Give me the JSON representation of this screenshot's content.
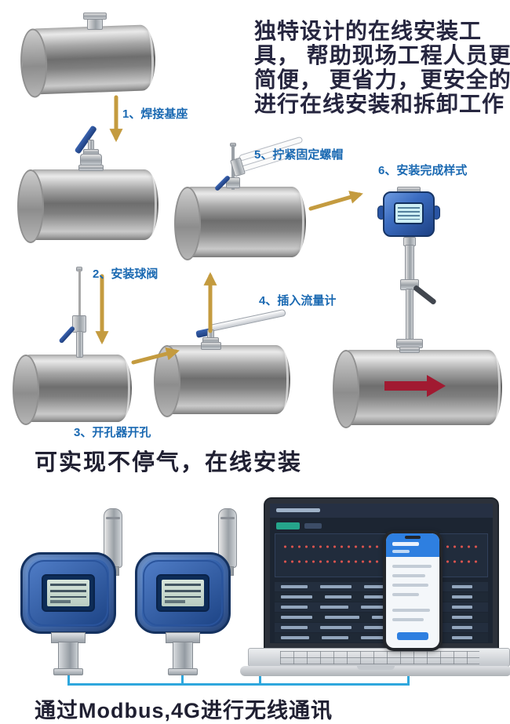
{
  "intro": {
    "text": "独特设计的在线安装工具， 帮助现场工程人员更简便， 更省力，更安全的进行在线安装和拆卸工作"
  },
  "steps": [
    {
      "label": "1、焊接基座"
    },
    {
      "label": "2、安装球阀"
    },
    {
      "label": "3、开孔器开孔"
    },
    {
      "label": "4、插入流量计"
    },
    {
      "label": "5、拧紧固定螺帽"
    },
    {
      "label": "6、安装完成样式"
    }
  ],
  "captions": {
    "online_install": "可实现不停气，在线安装",
    "communication": "通过Modbus,4G进行无线通讯"
  },
  "colors": {
    "step_label_blue": "#1a69b2",
    "arrow_gold": "#c49b3f",
    "flow_arrow_red": "#a11a31",
    "device_blue": "#2a55a3",
    "link_line_blue": "#2fa7dd",
    "text_dark": "#26263f"
  }
}
